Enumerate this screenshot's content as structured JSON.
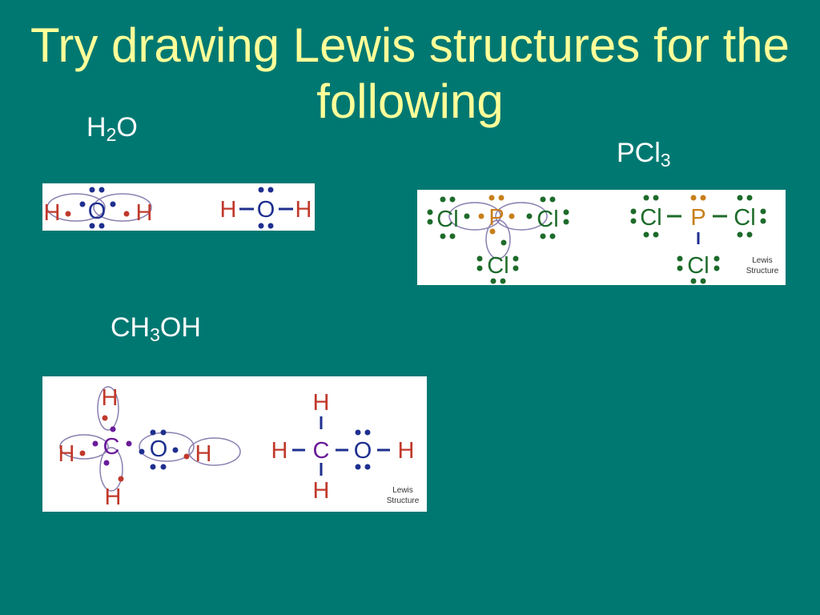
{
  "slide": {
    "title": "Try drawing Lewis structures for the following"
  },
  "molecules": [
    {
      "formula_parts": [
        "H",
        "2",
        "O"
      ],
      "electron_dot": {
        "atoms": [
          "H",
          "O",
          "H"
        ]
      },
      "structure": {
        "atoms": [
          "H",
          "O",
          "H"
        ]
      }
    },
    {
      "formula_parts": [
        "PCl",
        "3",
        ""
      ],
      "electron_dot": {
        "atoms": [
          "Cl",
          "P",
          "Cl",
          "Cl"
        ]
      },
      "structure": {
        "atoms": [
          "Cl",
          "P",
          "Cl",
          "Cl"
        ],
        "caption": [
          "Lewis",
          "Structure"
        ]
      }
    },
    {
      "formula_parts": [
        "CH",
        "3",
        "OH"
      ],
      "electron_dot": {
        "atoms": [
          "H",
          "H",
          "C",
          "O",
          "H",
          "H"
        ]
      },
      "structure": {
        "atoms": [
          "H",
          "H",
          "C",
          "O",
          "H",
          "H"
        ],
        "caption": [
          "Lewis",
          "Structure"
        ]
      }
    }
  ],
  "colors": {
    "background": "#007872",
    "title": "#ffff99",
    "hydrogen": "#c0392b",
    "oxygen": "#1e2f8f",
    "carbon": "#6a1b9a",
    "phosphorus": "#c87f1a",
    "chlorine": "#1d6b2a",
    "orbital_ellipse": "#8a7fb0"
  }
}
